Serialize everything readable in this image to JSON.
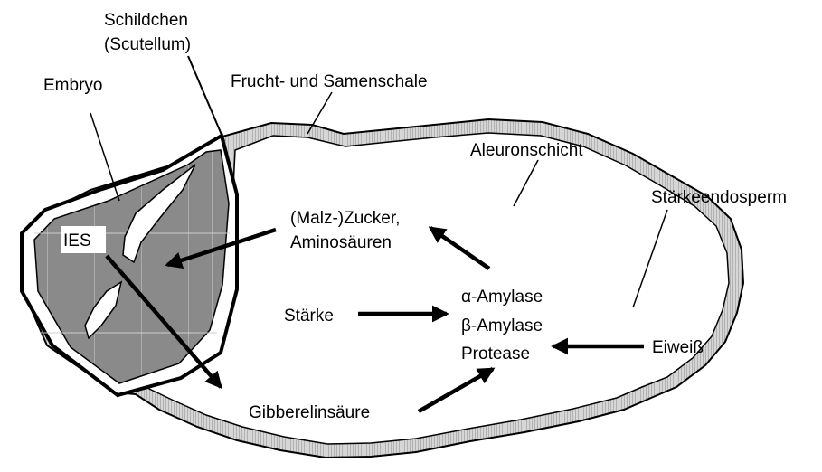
{
  "labels": {
    "schildchen_line1": "Schildchen",
    "schildchen_line2": "(Scutellum)",
    "embryo": "Embryo",
    "fruchtschale": "Frucht- und Samenschale",
    "aleuron": "Aleuronschicht",
    "staerkeendosperm": "Stärkeendosperm",
    "ies": "IES",
    "zucker_line1": "(Malz-)Zucker,",
    "zucker_line2": "Aminosäuren",
    "staerke": "Stärke",
    "alpha_amylase": "α-Amylase",
    "beta_amylase": "β-Amylase",
    "protease": "Protease",
    "eiweiss": "Eiweiß",
    "gibberelinsaeure": "Gibberelinsäure"
  },
  "colors": {
    "outline": "#000000",
    "husk_fill": "#c8c8c8",
    "embryo_fill": "#8a8a8a",
    "background": "#ffffff"
  }
}
